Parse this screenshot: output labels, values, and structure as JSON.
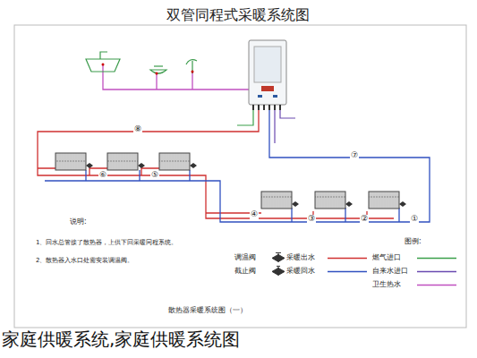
{
  "diagram": {
    "title": "双管同程式采暖系统图",
    "caption": "散热器采暖系统图（一）",
    "labels": [
      "说明:",
      "1、回水总管接了散热器，上供下回采暖同程系统。",
      "2、散热器入水口处需安装调温阀。",
      "图例:",
      "⑧",
      "⑦",
      "⑥",
      "⑤",
      "④",
      "③",
      "②",
      "①",
      "家庭供暖系统,家庭供暖系统图"
    ],
    "legend": [
      {
        "text": "调温阀"
      },
      {
        "text": "截止阀"
      },
      {
        "text": "采暖出水"
      },
      {
        "text": "采暖回水"
      },
      {
        "text": "燃气进口"
      },
      {
        "text": "自来水进口"
      },
      {
        "text": "卫生热水"
      }
    ]
  }
}
